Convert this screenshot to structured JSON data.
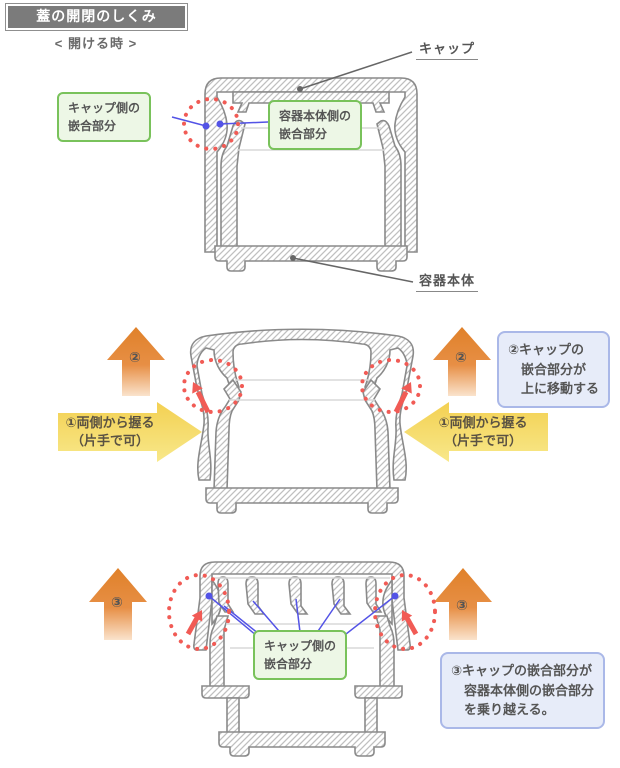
{
  "header": {
    "title": "蓋の開閉のしくみ",
    "subtitle": "< 開ける時 >"
  },
  "diagram1": {
    "cap_label": "キャップ",
    "body_label": "容器本体",
    "cap_side_fit_label": "キャップ側の\n嵌合部分",
    "body_side_fit_label": "容器本体側の\n嵌合部分"
  },
  "diagram2": {
    "squeeze_label": "①両側から握る\n（片手で可）",
    "step2_number": "②",
    "step2_note": "②キャップの\n嵌合部分が\n上に移動する"
  },
  "diagram3": {
    "step3_number": "③",
    "cap_side_fit_label": "キャップ側の\n嵌合部分",
    "step3_note": "③キャップの嵌合部分が\n容器本体側の嵌合部分\nを乗り越える。"
  },
  "colors": {
    "title_bg": "#7b7b7b",
    "outline_gray": "#8a8a8a",
    "hatch_gray": "#c0c0c0",
    "green_border": "#79c25b",
    "green_bg": "#edf7e6",
    "blue_box_border": "#aab8e8",
    "blue_box_bg": "#e7ecf9",
    "pointer_blue": "#5353e6",
    "red_accent": "#f15b55",
    "orange_arrow": "#e0812a",
    "yellow_arrow": "#f5d75e"
  }
}
